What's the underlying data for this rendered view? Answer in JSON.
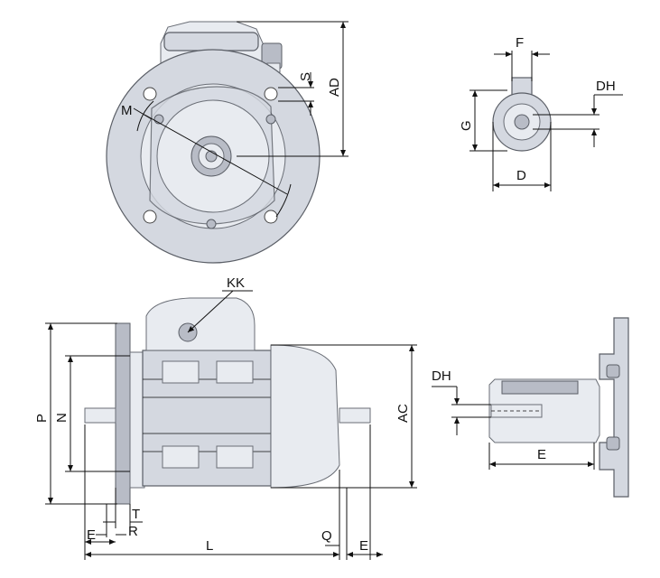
{
  "labels": {
    "F": "F",
    "DH_top": "DH",
    "G": "G",
    "D": "D",
    "S": "S",
    "AD": "AD",
    "M": "M",
    "KK": "KK",
    "P": "P",
    "N": "N",
    "AC": "AC",
    "DH_side": "DH",
    "E_shaft": "E",
    "T": "T",
    "R": "R",
    "E_left": "E",
    "L": "L",
    "Q": "Q",
    "E_right": "E"
  }
}
